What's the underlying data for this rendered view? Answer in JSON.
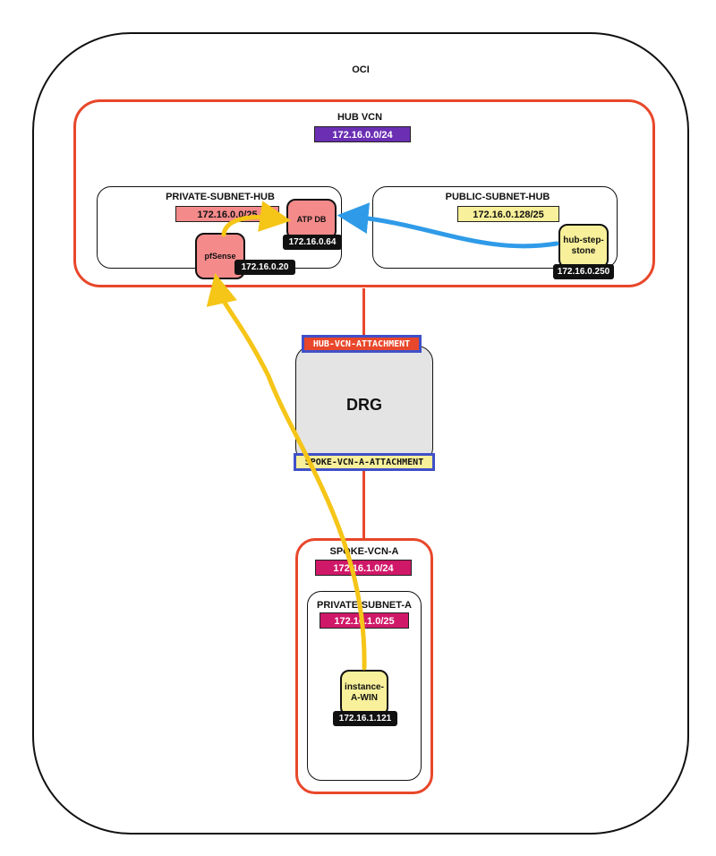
{
  "oci": {
    "label": "OCI"
  },
  "hub_vcn": {
    "label": "HUB VCN",
    "cidr": "172.16.0.0/24",
    "private_subnet": {
      "label": "PRIVATE-SUBNET-HUB",
      "cidr": "172.16.0.0/25",
      "atp": {
        "label": "ATP DB",
        "ip": "172.16.0.64"
      },
      "pfsense": {
        "label": "pfSense",
        "ip": "172.16.0.20"
      }
    },
    "public_subnet": {
      "label": "PUBLIC-SUBNET-HUB",
      "cidr": "172.16.0.128/25",
      "stepstone": {
        "label": "hub-step-stone",
        "ip": "172.16.0.250"
      }
    }
  },
  "drg": {
    "label": "DRG",
    "hub_attachment": "HUB-VCN-ATTACHMENT",
    "spoke_attachment": "SPOKE-VCN-A-ATTACHMENT"
  },
  "spoke_vcn": {
    "label": "SPOKE-VCN-A",
    "cidr": "172.16.1.0/24",
    "private_subnet": {
      "label": "PRIVATE-SUBNET-A",
      "cidr": "172.16.1.0/25",
      "instance": {
        "label": "instance-A-WIN",
        "ip": "172.16.1.121"
      }
    }
  },
  "colors": {
    "vcn_border": "#e8472b",
    "hub_cidr": "#6b2fb3",
    "private_hub": "#f48a8a",
    "public_hub": "#f8f09a",
    "spoke_cidr": "#d01868",
    "flow_yellow": "#f5c518",
    "flow_blue": "#2f9be8",
    "attachment_border": "#4050c8"
  }
}
